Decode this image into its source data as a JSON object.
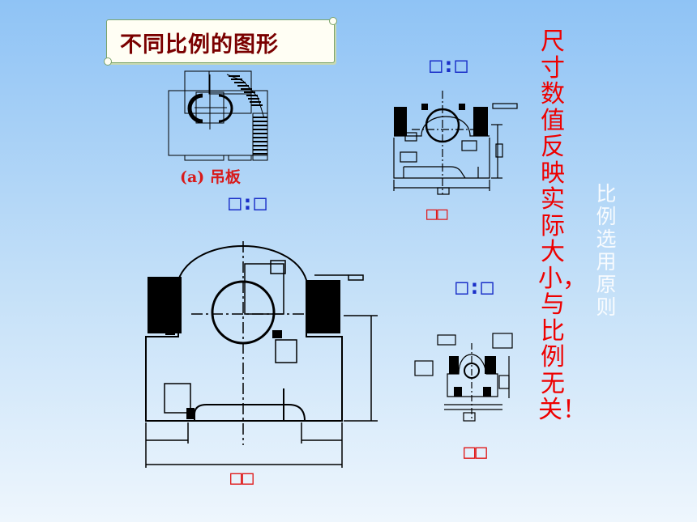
{
  "banner": {
    "title": "不同比例的图形"
  },
  "caption": "(a) 吊板",
  "scale_labels": {
    "top_right": "□:□",
    "left_middle": "□:□",
    "right_middle": "□:□",
    "top_right_dim": "□□",
    "bottom_left_dim": "□□",
    "bottom_right_dim": "□□"
  },
  "vertical_text_main": "尺寸数值反映实际大小，与比例无关！",
  "vertical_text_side": "比例选用原则",
  "colors": {
    "banner_text": "#7a0000",
    "red_text": "#ee0000",
    "blue_label": "#1a2fc8",
    "red_label": "#e01818",
    "drawing": "#000000"
  }
}
